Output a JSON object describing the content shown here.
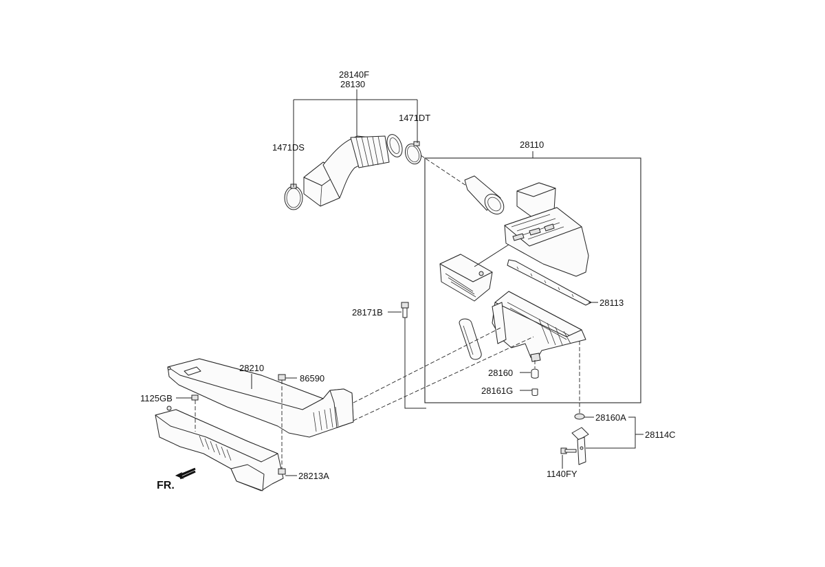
{
  "labels": {
    "p28140F": "28140F",
    "p28130": "28130",
    "p1471DT": "1471DT",
    "p1471DS": "1471DS",
    "p28110": "28110",
    "p28113": "28113",
    "p28171B": "28171B",
    "p28210": "28210",
    "p86590": "86590",
    "p1125GB": "1125GB",
    "p28160": "28160",
    "p28161G": "28161G",
    "p28160A": "28160A",
    "p28114C": "28114C",
    "p1140FY": "1140FY",
    "p28213A": "28213A",
    "fr": "FR."
  }
}
